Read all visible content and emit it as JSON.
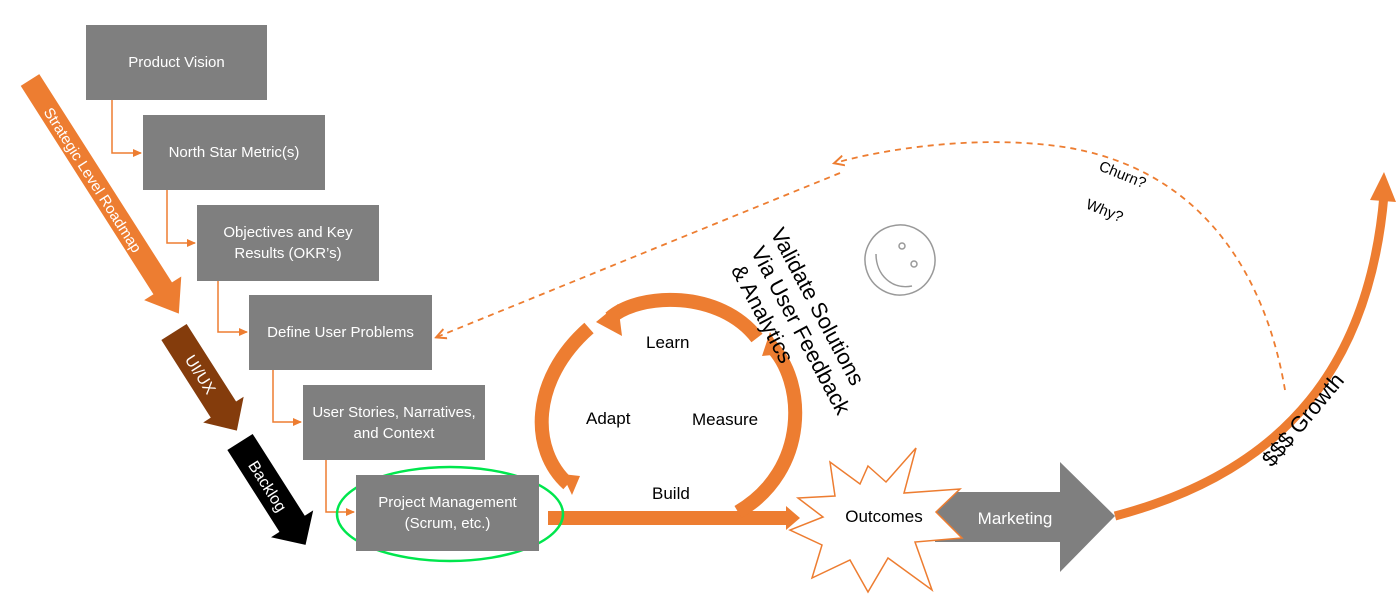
{
  "boxes": {
    "product_vision": "Product Vision",
    "north_star": "North Star Metric(s)",
    "okrs": "Objectives and Key Results (OKR’s)",
    "user_problems": "Define User Problems",
    "user_stories": "User Stories, Narratives, and Context",
    "project_mgmt": "Project Management (Scrum, etc.)"
  },
  "arrows": {
    "roadmap": "Strategic Level Roadmap",
    "uiux": "UI/UX",
    "backlog": "Backlog",
    "marketing": "Marketing",
    "growth": "$$$ Growth"
  },
  "cycle": {
    "learn": "Learn",
    "adapt": "Adapt",
    "measure": "Measure",
    "build": "Build"
  },
  "validate": {
    "line1": "Validate Solutions",
    "line2": "Via User Feedback",
    "line3": "& Analytics"
  },
  "outcomes": "Outcomes",
  "feedback": {
    "churn": "Churn?",
    "why": "Why?"
  },
  "colors": {
    "orange": "#ed7d31",
    "gray": "#7f7f7f",
    "brown": "#843c0c",
    "black": "#000000",
    "green": "#00e64d"
  }
}
